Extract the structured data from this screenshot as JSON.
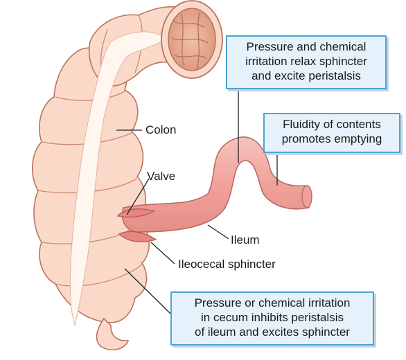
{
  "labels": {
    "colon": "Colon",
    "valve": "Valve",
    "ileum": "Ileum",
    "ileocecal_sphincter": "Ileocecal sphincter"
  },
  "callouts": {
    "top": [
      "Pressure and chemical",
      "irritation relax sphincter",
      "and excite peristalsis"
    ],
    "right": [
      "Fluidity of contents",
      "promotes emptying"
    ],
    "bottom": [
      "Pressure or chemical irritation",
      "in cecum inhibits peristalsis",
      "of ileum and excites sphincter"
    ]
  },
  "colors": {
    "colon_fill": "#fbd9c8",
    "colon_stroke": "#b8735f",
    "ileum_fill": "#f0a8a0",
    "ileum_stroke": "#b86a66",
    "callout_fill": "#e6f2fb",
    "callout_border": "#4aa3d8"
  }
}
